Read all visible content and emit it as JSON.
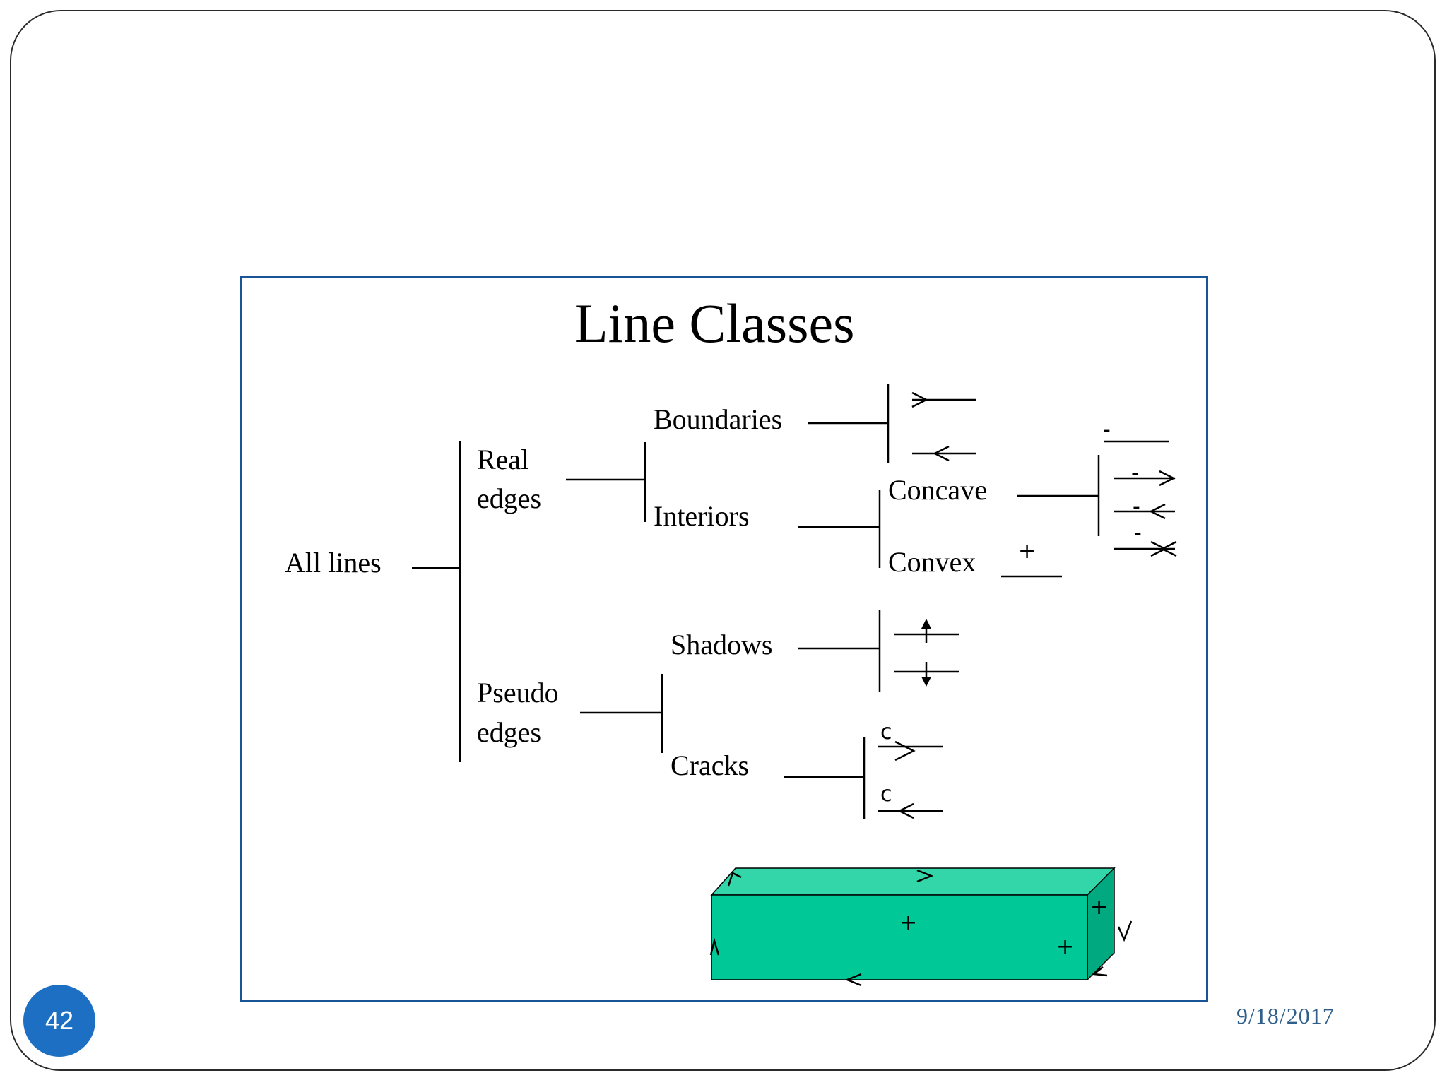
{
  "slide": {
    "number": "42",
    "date": "9/18/2017"
  },
  "figure": {
    "title": "Line Classes",
    "tree": {
      "root": "All lines",
      "real_edges": [
        "Real",
        "edges"
      ],
      "pseudo_edges": [
        "Pseudo",
        "edges"
      ],
      "boundaries": "Boundaries",
      "interiors": "Interiors",
      "concave": "Concave",
      "convex": "Convex",
      "shadows": "Shadows",
      "cracks": "Cracks"
    },
    "line_symbols": {
      "concave": "-",
      "convex": "+",
      "crack": "c",
      "box_convex": "+"
    },
    "colors": {
      "frame_border": "#1b5496",
      "slide_number_badge": "#1d6fc3",
      "date_text": "#2f5f8a",
      "box_front": "#00c896",
      "box_top": "#33d6a8",
      "box_side": "#00a97f"
    }
  }
}
